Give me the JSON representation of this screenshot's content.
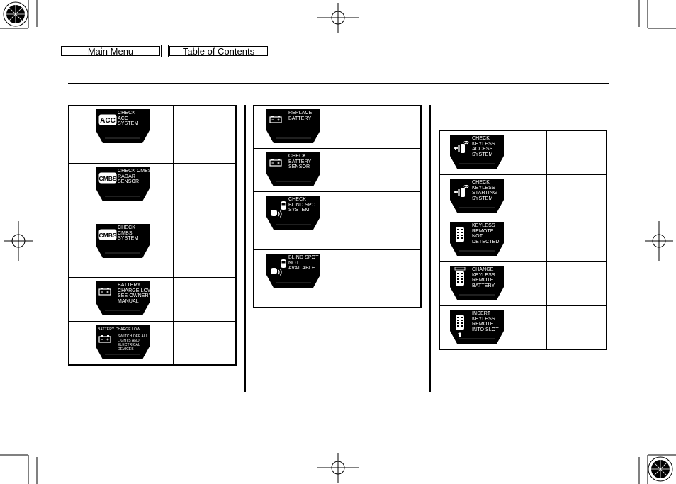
{
  "nav": {
    "main_menu": "Main Menu",
    "table_of_contents": "Table of Contents"
  },
  "columns": [
    {
      "rows": [
        {
          "icon_text": "ACC",
          "icon": "acc-badge-icon",
          "lines": [
            "CHECK",
            "ACC",
            "SYSTEM"
          ]
        },
        {
          "icon_text": "CMBS",
          "icon": "cmbs-badge-icon",
          "lines": [
            "CHECK CMBS",
            "RADAR",
            "SENSOR"
          ]
        },
        {
          "icon_text": "CMBS",
          "icon": "cmbs-badge-icon",
          "lines": [
            "CHECK",
            "CMBS",
            "SYSTEM"
          ]
        },
        {
          "icon": "battery-icon",
          "lines": [
            "BATTERY",
            "CHARGE LOW",
            "SEE OWNER'S",
            "MANUAL"
          ]
        },
        {
          "icon": "battery-icon",
          "header": "BATTERY CHARGE LOW",
          "lines": [
            "SWITCH OFF ALL",
            "LIGHTS AND",
            "ELECTRICAL",
            "DEVICES"
          ]
        }
      ]
    },
    {
      "rows": [
        {
          "icon": "battery-icon",
          "lines": [
            "REPLACE",
            "BATTERY"
          ]
        },
        {
          "icon": "battery-icon",
          "lines": [
            "CHECK",
            "BATTERY",
            "SENSOR"
          ]
        },
        {
          "icon": "blind-spot-icon",
          "lines": [
            "CHECK",
            "BLIND SPOT",
            "SYSTEM"
          ]
        },
        {
          "icon": "blind-spot-icon",
          "lines": [
            "BLIND SPOT",
            "NOT",
            "AVAILABLE"
          ]
        }
      ]
    },
    {
      "rows": [
        {
          "icon": "keyless-signal-icon",
          "lines": [
            "CHECK",
            "KEYLESS",
            "ACCESS",
            "SYSTEM"
          ]
        },
        {
          "icon": "keyless-signal-icon",
          "lines": [
            "CHECK",
            "KEYLESS",
            "STARTING",
            "SYSTEM"
          ]
        },
        {
          "icon": "key-fob-icon",
          "lines": [
            "KEYLESS",
            "REMOTE",
            "NOT",
            "DETECTED"
          ]
        },
        {
          "icon": "key-fob-battery-icon",
          "lines": [
            "CHANGE",
            "KEYLESS",
            "REMOTE",
            "BATTERY"
          ]
        },
        {
          "icon": "key-fob-insert-icon",
          "lines": [
            "INSERT",
            "KEYLESS",
            "REMOTE",
            "INTO SLOT"
          ]
        }
      ]
    }
  ]
}
